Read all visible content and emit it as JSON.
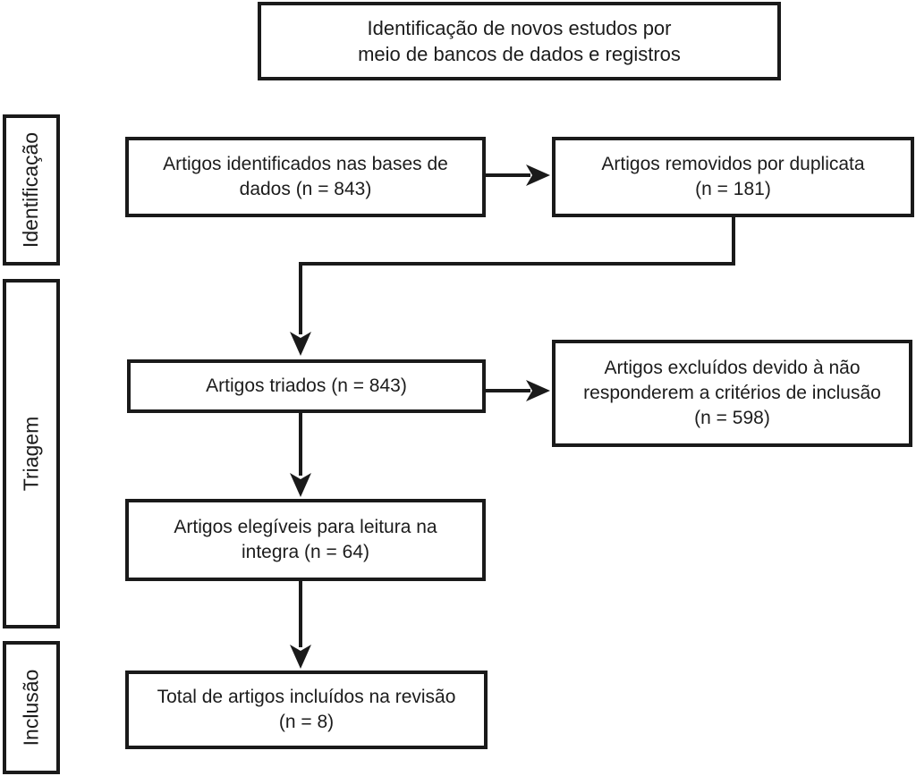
{
  "diagram": {
    "kind": "prisma-flow",
    "title_box": {
      "lines": [
        "Identificação de novos estudos por",
        "meio de bancos de dados e registros"
      ]
    },
    "stages": [
      {
        "id": "identificacao",
        "label": "Identificação"
      },
      {
        "id": "triagem",
        "label": "Triagem"
      },
      {
        "id": "inclusao",
        "label": "Inclusão"
      }
    ],
    "boxes": {
      "identified": {
        "lines": [
          "Artigos identificados nas bases de",
          "dados (n = 843)"
        ],
        "n": 843
      },
      "duplicates_removed": {
        "lines": [
          "Artigos removidos por duplicata",
          "(n = 181)"
        ],
        "n": 181
      },
      "screened": {
        "lines": [
          "Artigos triados (n = 843)"
        ],
        "n": 843
      },
      "excluded": {
        "lines": [
          "Artigos excluídos devido à não",
          "responderem a critérios de inclusão",
          "(n = 598)"
        ],
        "n": 598
      },
      "eligible": {
        "lines": [
          "Artigos elegíveis para leitura na",
          "integra (n = 64)"
        ],
        "n": 64
      },
      "included": {
        "lines": [
          "Total de artigos incluídos na revisão",
          "(n = 8)"
        ],
        "n": 8
      }
    },
    "colors": {
      "line": "#1a1a1a",
      "background": "#ffffff",
      "text": "#1c1c1c"
    }
  }
}
